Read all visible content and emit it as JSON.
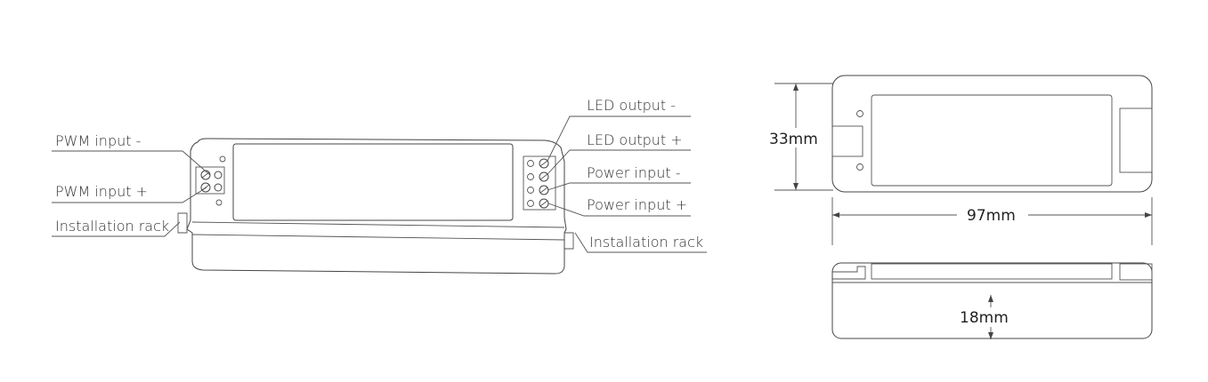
{
  "labels": {
    "pwm_minus": "PWM input -",
    "pwm_plus": "PWM input +",
    "install_left": "Installation rack",
    "led_minus": "LED output -",
    "led_plus": "LED output +",
    "power_minus": "Power input -",
    "power_plus": "Power input +",
    "install_right": "Installation rack"
  },
  "dimensions": {
    "height": "33mm",
    "width": "97mm",
    "depth": "18mm"
  },
  "colors": {
    "line": "#444444",
    "text": "#333333"
  }
}
